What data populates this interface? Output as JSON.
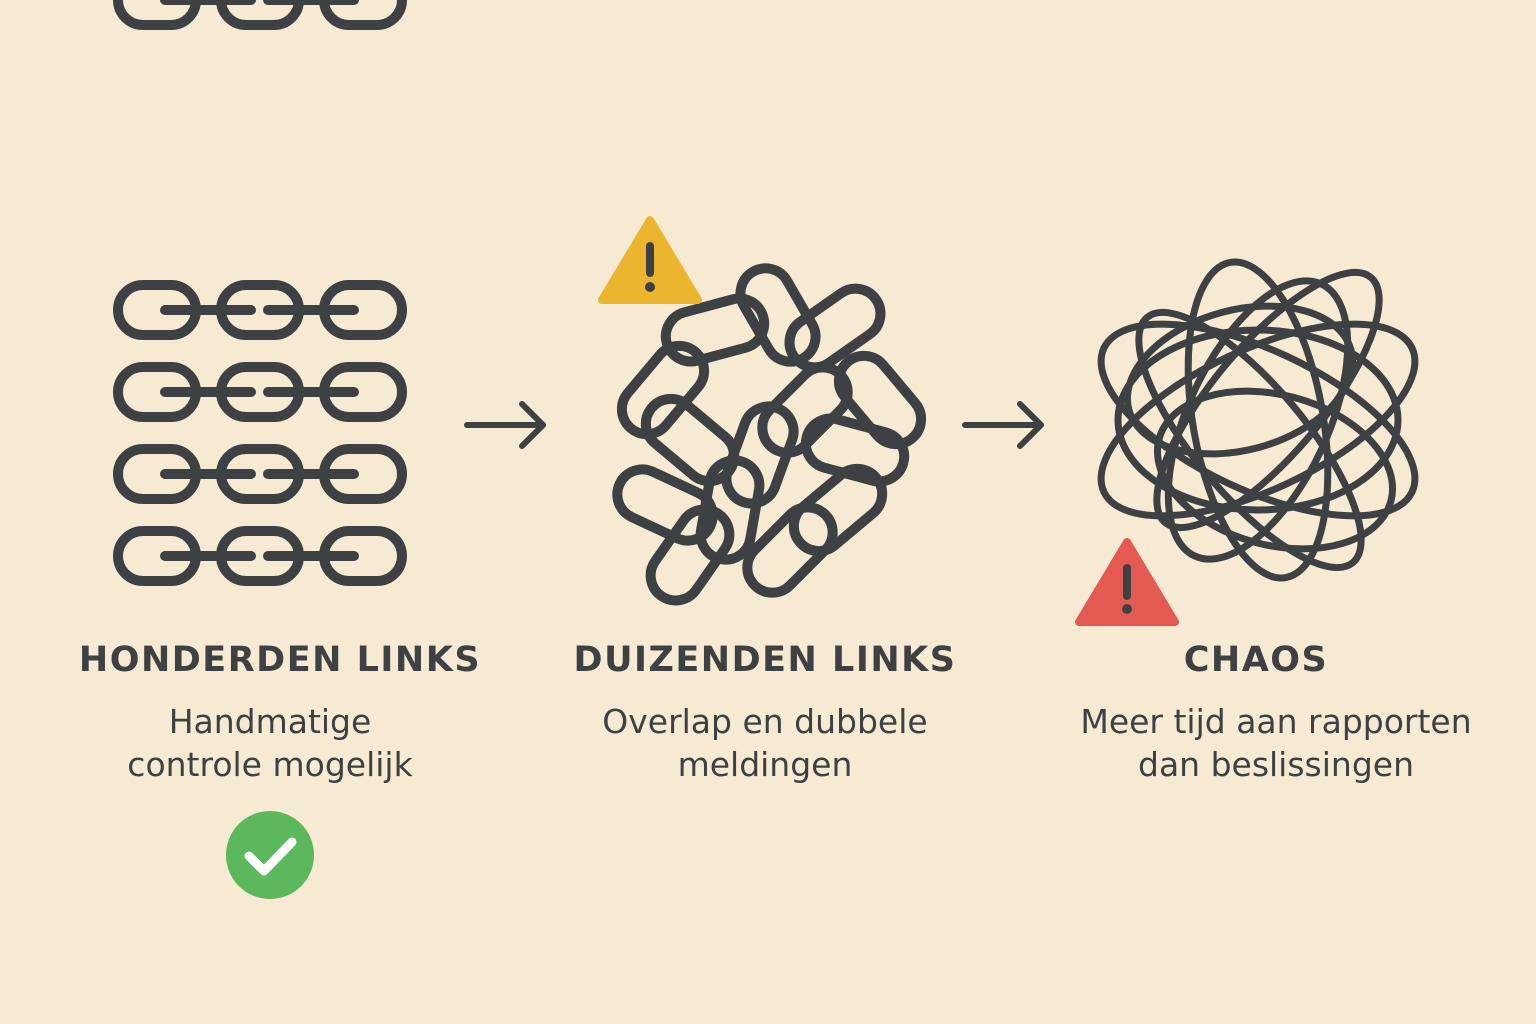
{
  "steps": [
    {
      "title": "HONDERDEN LINKS",
      "description": [
        "Handmatige",
        "controle mogelijk"
      ],
      "status_icon": "check-circle-icon",
      "status_color": "#5cb85c"
    },
    {
      "title": "DUIZENDEN LINKS",
      "description": [
        "Overlap en dubbele",
        "meldingen"
      ],
      "status_icon": "warning-triangle-icon",
      "status_color": "#ebb52e"
    },
    {
      "title": "CHAOS",
      "description": [
        "Meer tijd aan rapporten",
        "dan beslissingen"
      ],
      "status_icon": "warning-triangle-icon",
      "status_color": "#e45a52"
    }
  ],
  "colors": {
    "background": "#f7ead3",
    "ink": "#3e4144"
  },
  "icons": [
    "chain-rows-icon",
    "arrow-right-icon",
    "tangled-chain-icon",
    "arrow-right-icon",
    "scribble-chaos-icon"
  ]
}
